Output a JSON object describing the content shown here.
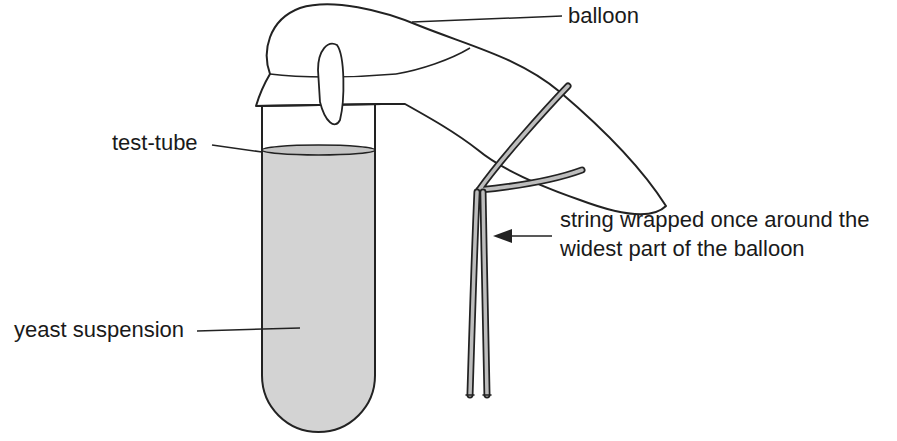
{
  "diagram": {
    "labels": [
      "balloon",
      "test-tube",
      "yeast suspension",
      "string wrapped once around the widest part of the balloon"
    ]
  }
}
